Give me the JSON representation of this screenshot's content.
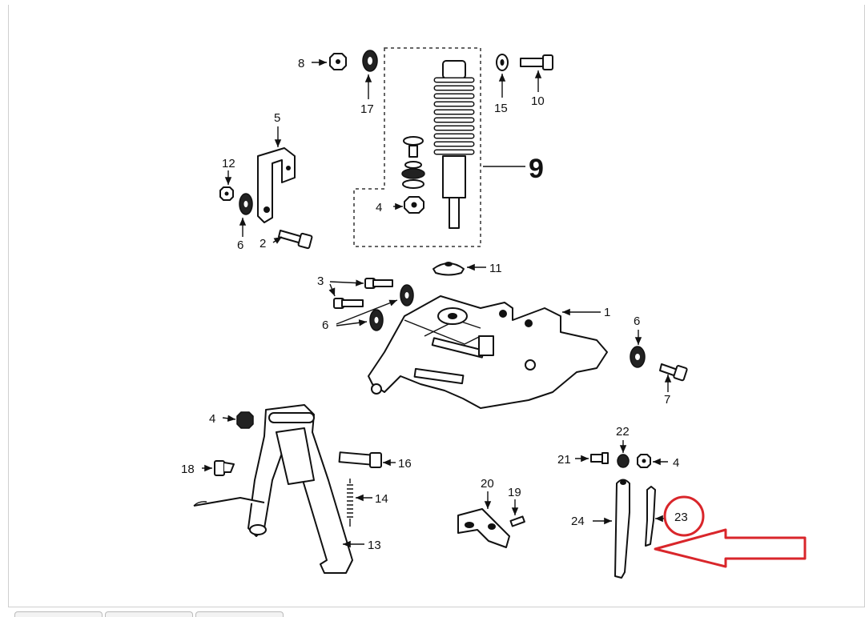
{
  "colors": {
    "highlight": "#d9262b",
    "ink": "#111111"
  },
  "labels": {
    "l1": "1",
    "l2": "2",
    "l3": "3",
    "l4a": "4",
    "l4b": "4",
    "l4c": "4",
    "l6a": "6",
    "l6b": "6",
    "l6c": "6",
    "l7": "7",
    "l8": "8",
    "l9": "9",
    "l10": "10",
    "l11": "11",
    "l12": "12",
    "l13": "13",
    "l14": "14",
    "l15": "15",
    "l16": "16",
    "l17": "17",
    "l18": "18",
    "l19": "19",
    "l20": "20",
    "l21": "21",
    "l22": "22",
    "l23": "23",
    "l24": "24",
    "l5": "5"
  },
  "tabs": [
    "",
    "",
    ""
  ]
}
